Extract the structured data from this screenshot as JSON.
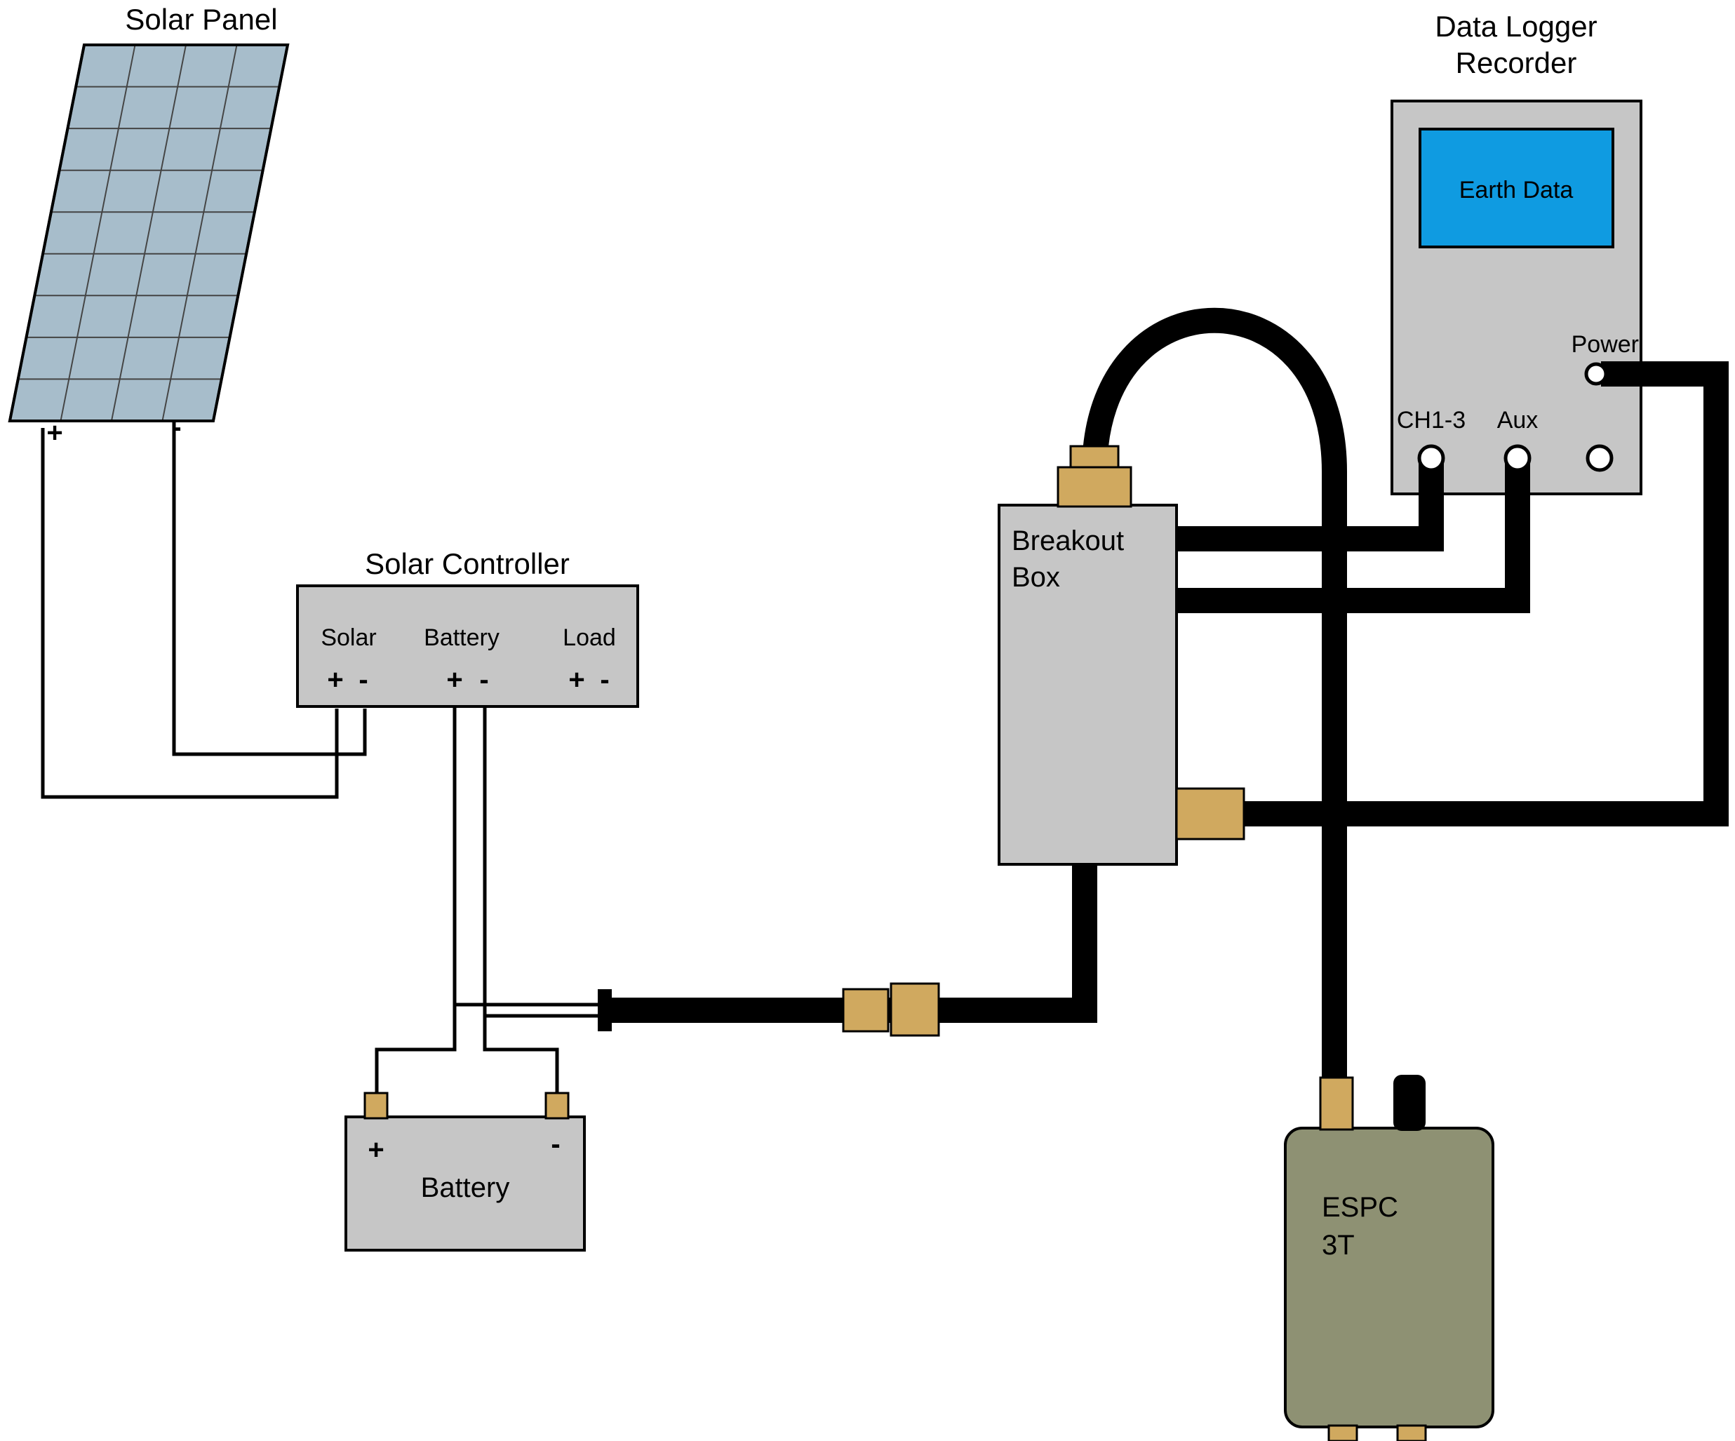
{
  "colors": {
    "box_fill": "#c6c6c6",
    "panel_fill": "#a7bdcb",
    "screen_fill": "#0f9be1",
    "connector_fill": "#d0a95f",
    "espc_fill": "#8e9173",
    "wire": "#000000"
  },
  "panel": {
    "label": "Solar Panel",
    "plus": "+",
    "minus": "-"
  },
  "controller": {
    "label": "Solar Controller",
    "sections": [
      {
        "name": "Solar",
        "plus": "+",
        "minus": "-"
      },
      {
        "name": "Battery",
        "plus": "+",
        "minus": "-"
      },
      {
        "name": "Load",
        "plus": "+",
        "minus": "-"
      }
    ]
  },
  "battery": {
    "label": "Battery",
    "plus": "+",
    "minus": "-"
  },
  "breakout": {
    "line1": "Breakout",
    "line2": "Box"
  },
  "logger": {
    "line1": "Data Logger",
    "line2": "Recorder",
    "screen": "Earth Data",
    "power": "Power",
    "ch": "CH1-3",
    "aux": "Aux"
  },
  "espc": {
    "line1": "ESPC",
    "line2": "3T"
  }
}
